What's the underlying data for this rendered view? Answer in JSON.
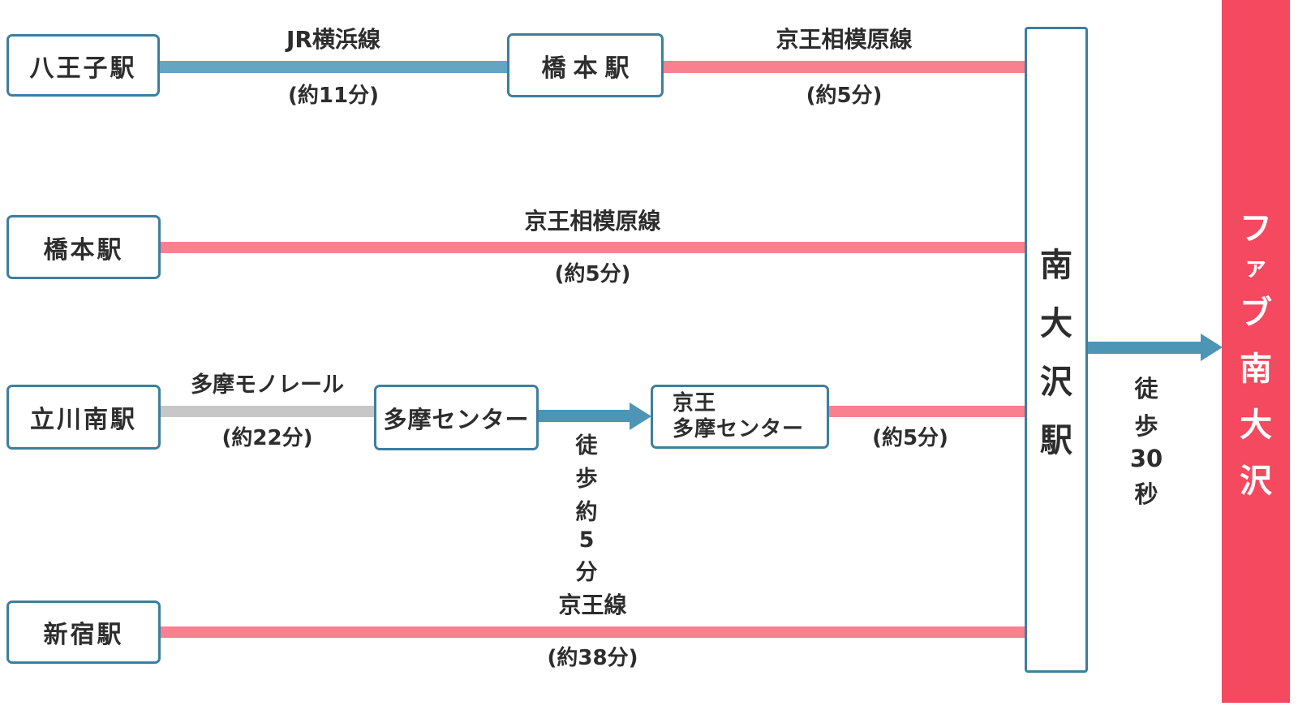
{
  "colors": {
    "blue_line": "#64a6c2",
    "pink_line": "#f9808f",
    "gray_line": "#c7c7c7",
    "arrow_blue": "#4d95b5",
    "box_border": "#3e7e9e",
    "banner_red": "#f4495f",
    "text": "#2d2d2d"
  },
  "row1": {
    "origin": "八王子駅",
    "line1": "JR横浜線",
    "time1": "(約11分)",
    "via": "橋本駅",
    "line2": "京王相模原線",
    "time2": "(約5分)"
  },
  "row2": {
    "origin": "橋本駅",
    "line": "京王相模原線",
    "time": "(約5分)"
  },
  "row3": {
    "origin": "立川南駅",
    "line1": "多摩モノレール",
    "time1": "(約22分)",
    "via1": "多摩センター",
    "walk_c1": "徒",
    "walk_c2": "歩",
    "walk_c3": "約",
    "walk_c4": "5",
    "walk_c5": "分",
    "via2_line1": "京王",
    "via2_line2": "多摩センター",
    "time2": "(約5分)"
  },
  "row4": {
    "origin": "新宿駅",
    "line": "京王線",
    "time": "(約38分)"
  },
  "hub": {
    "full": "南大沢駅",
    "c1": "南",
    "c2": "大",
    "c3": "沢",
    "c4": "駅"
  },
  "final_walk": {
    "full": "徒歩30秒",
    "c1": "徒",
    "c2": "歩",
    "c3": "30",
    "c4": "秒"
  },
  "destination": {
    "full": "ファブ南大沢",
    "c1": "フ",
    "c2": "ァ",
    "c3": "ブ",
    "c4": "南",
    "c5": "大",
    "c6": "沢"
  }
}
